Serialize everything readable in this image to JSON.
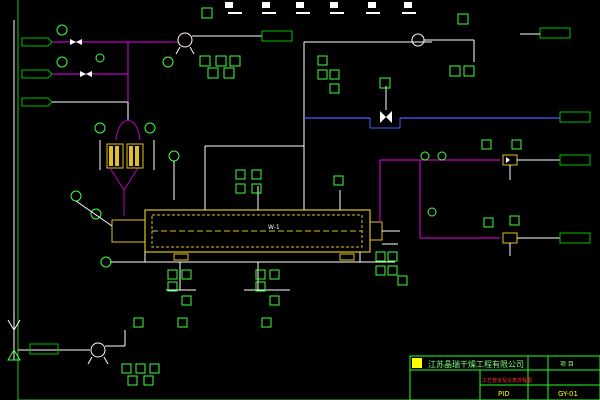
{
  "colors": {
    "background": "#000000",
    "process_line": "#ffffff",
    "steam_line": "#c000c0",
    "water_line": "#4060ff",
    "equipment_yellow": "#e0c020",
    "instrument_green": "#40ff40",
    "connector_green": "#00c000",
    "title_block_green": "#20ff20",
    "title_block_yellow": "#ffff00",
    "title_block_red": "#ff3030"
  },
  "title_block": {
    "company": "江苏晶瑞干燥工程有限公司",
    "header_right": "项 目",
    "drawing_title": "工艺管道及仪表流程图",
    "stage": "PID",
    "drawing_no": "GY-01"
  },
  "main_equipment": {
    "dryer_tag": "W-1"
  },
  "icons": {
    "pump": "pump-icon",
    "filter": "bag-filter-icon",
    "valve": "gate-valve-icon",
    "instrument": "instrument-bubble-icon",
    "vent": "vent-funnel-icon",
    "drain": "drain-triangle-icon"
  }
}
